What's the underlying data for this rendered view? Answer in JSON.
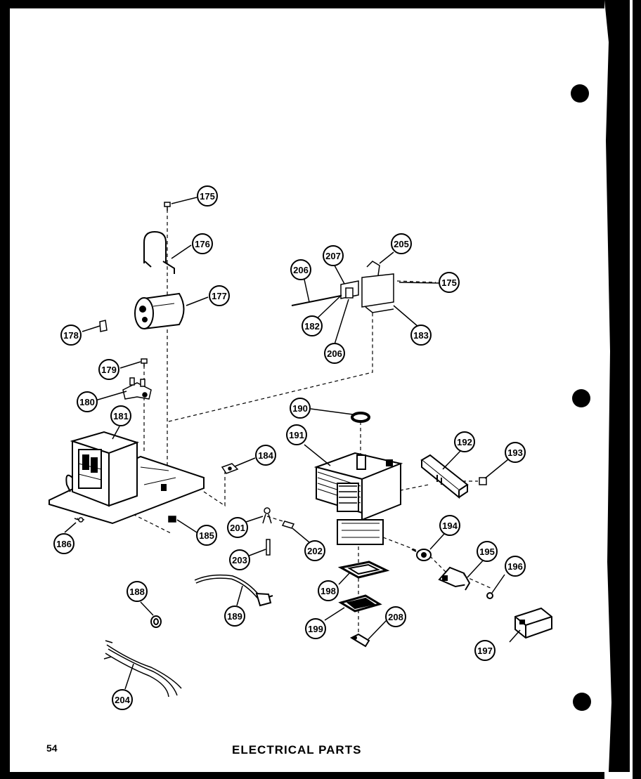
{
  "page": {
    "page_number": "54",
    "title": "ELECTRICAL PARTS",
    "border_color": "#000000",
    "background": "#ffffff"
  },
  "parts": [
    {
      "id": "p175a",
      "label": "175",
      "name": "screw"
    },
    {
      "id": "p176",
      "label": "176",
      "name": "capacitor-clamp"
    },
    {
      "id": "p177",
      "label": "177",
      "name": "capacitor"
    },
    {
      "id": "p178",
      "label": "178",
      "name": "terminal"
    },
    {
      "id": "p179",
      "label": "179",
      "name": "screw"
    },
    {
      "id": "p180",
      "label": "180",
      "name": "diode-bracket"
    },
    {
      "id": "p181",
      "label": "181",
      "name": "transformer"
    },
    {
      "id": "p182",
      "label": "182",
      "name": "switch"
    },
    {
      "id": "p183",
      "label": "183",
      "name": "switch-bracket"
    },
    {
      "id": "p184",
      "label": "184",
      "name": "clip"
    },
    {
      "id": "p185",
      "label": "185",
      "name": "fuse"
    },
    {
      "id": "p186",
      "label": "186",
      "name": "screw"
    },
    {
      "id": "p188",
      "label": "188",
      "name": "bushing"
    },
    {
      "id": "p189",
      "label": "189",
      "name": "power-cord"
    },
    {
      "id": "p190",
      "label": "190",
      "name": "gasket-ring"
    },
    {
      "id": "p191",
      "label": "191",
      "name": "magnetron"
    },
    {
      "id": "p192",
      "label": "192",
      "name": "noise-filter"
    },
    {
      "id": "p193",
      "label": "193",
      "name": "connector"
    },
    {
      "id": "p194",
      "label": "194",
      "name": "thermal-cutout"
    },
    {
      "id": "p195",
      "label": "195",
      "name": "bracket"
    },
    {
      "id": "p196",
      "label": "196",
      "name": "nut"
    },
    {
      "id": "p197",
      "label": "197",
      "name": "terminal-block"
    },
    {
      "id": "p198",
      "label": "198",
      "name": "gasket"
    },
    {
      "id": "p199",
      "label": "199",
      "name": "waveguide-gasket"
    },
    {
      "id": "p201",
      "label": "201",
      "name": "ground-terminal"
    },
    {
      "id": "p202",
      "label": "202",
      "name": "screw"
    },
    {
      "id": "p203",
      "label": "203",
      "name": "fuse-link"
    },
    {
      "id": "p204",
      "label": "204",
      "name": "wire-harness"
    },
    {
      "id": "p205",
      "label": "205",
      "name": "switch-lever"
    },
    {
      "id": "p206",
      "label": "206",
      "name": "switch"
    },
    {
      "id": "p207",
      "label": "207",
      "name": "switch-actuator"
    },
    {
      "id": "p208",
      "label": "208",
      "name": "clamp"
    },
    {
      "id": "p175b",
      "label": "175",
      "name": "screw"
    },
    {
      "id": "p206b",
      "label": "206",
      "name": "switch"
    }
  ],
  "holes": [
    "binder-hole-top",
    "binder-hole-middle",
    "binder-hole-bottom"
  ]
}
